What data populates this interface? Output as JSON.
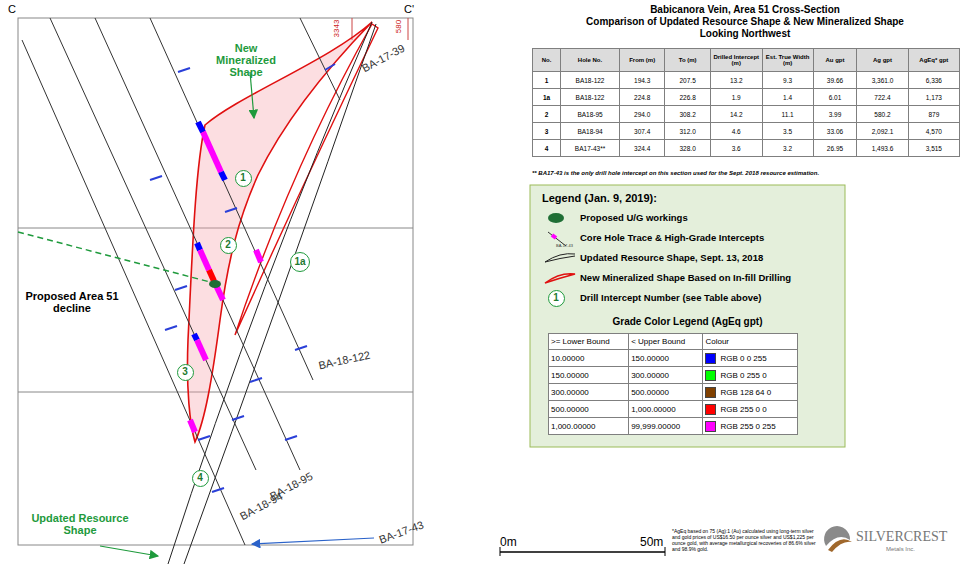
{
  "diagram": {
    "title": "Babicanora Vein, Area 51 Cross-Section",
    "nodes": [
      {
        "text": [
          "1"
        ]
      },
      {
        "text": [
          "2"
        ]
      },
      {
        "text": [
          "1a"
        ]
      },
      {
        "text": [
          "3"
        ]
      },
      {
        "text": [
          "4"
        ]
      },
      {
        "text": [
          "1"
        ]
      }
    ],
    "labels": [
      "Comparison of Updated Resource Shape & New Mineralized Shape",
      "Looking Northwest",
      "No.",
      "Hole No.",
      "From (m)",
      "To (m)",
      "Drilled Intercept (m)",
      "Est. True Width (m)",
      "Au gpt",
      "Ag gpt",
      "AgEq* gpt",
      "1",
      "BA18-122",
      "194.3",
      "207.5",
      "13.2",
      "9.3",
      "39.66",
      "3,361.0",
      "6,336",
      "1a",
      "BA18-122",
      "224.8",
      "226.8",
      "1.9",
      "1.4",
      "6.01",
      "722.4",
      "1,173",
      "2",
      "BA18-95",
      "294.0",
      "308.2",
      "14.2",
      "11.1",
      "3.99",
      "580.2",
      "879",
      "3",
      "BA18-94",
      "307.4",
      "312.0",
      "4.6",
      "3.5",
      "33.06",
      "2,092.1",
      "4,570",
      "4",
      "BA17-43**",
      "324.4",
      "328.0",
      "3.6",
      "3.2",
      "26.95",
      "1,493.6",
      "3,515",
      "** BA17-43 is the only drill hole intercept on this section used for the Sept. 2018 resource estimation.",
      "Grade Color Legend (AgEq gpt)",
      ">= Lower Bound",
      "< Upper Bound",
      "Colour",
      "10.00000",
      "150.00000",
      "150.00000",
      "300.00000",
      "300.00000",
      "500.00000",
      "500.00000",
      "1,000.00000",
      "1,000.00000",
      "99,999.00000",
      "Legend (Jan. 9, 2019):",
      "BA-17-43",
      "C",
      "C'",
      "3343",
      "580",
      "BA-17-39",
      "BA-18-122",
      "BA-18-95",
      "BA-18-94",
      "BA-17-43",
      "New Mineralized Shape",
      "Proposed Area 51 decline",
      "Updated Resource Shape",
      "0m",
      "50m",
      "*AgEq based on 75 (Ag):1 (Au) calculated using long-term silver and gold prices of US$16.50 per ounce silver and US$1,225 per ounce gold, with average metallurgical recoveries of 86.6% silver and 98.9% gold.",
      "SILVERCREST",
      "Metals Inc."
    ],
    "legend": [
      {
        "text": "Proposed U/G workings"
      },
      {
        "text": "Core Hole Trace & High-Grade Intercepts"
      },
      {
        "text": "Updated Resource Shape, Sept. 13, 2018"
      },
      {
        "text": "New Mineralized Shape Based on In-fill Drilling"
      },
      {
        "text": "Drill Intercept Number (see Table above)"
      },
      {
        "text": "RGB 0 0 255",
        "color": "#0000ff"
      },
      {
        "text": "RGB 0 255 0",
        "color": "#00ff00"
      },
      {
        "text": "RGB 128 64 0",
        "color": "#804000"
      },
      {
        "text": "RGB 255 0 0",
        "color": "#ff0000"
      },
      {
        "text": "RGB 255 0 255",
        "color": "#ff00ff"
      }
    ]
  }
}
